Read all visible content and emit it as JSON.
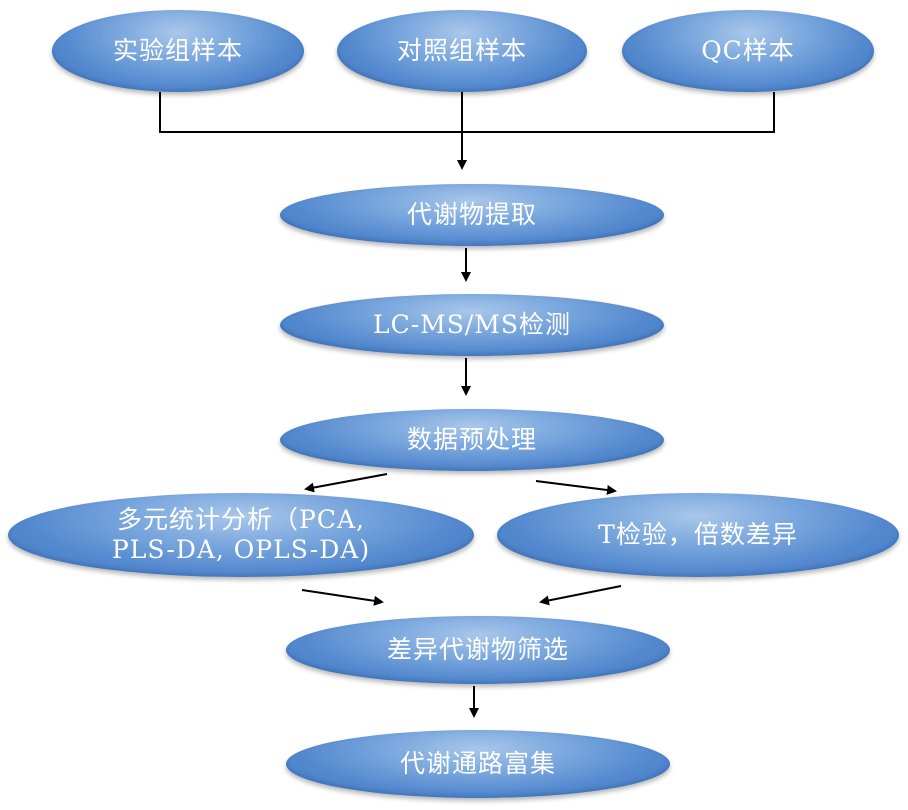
{
  "nodes": {
    "experimental": "实验组样本",
    "control": "对照组样本",
    "qc": "QC样本",
    "extraction": "代谢物提取",
    "lcms": "LC-MS/MS检测",
    "preprocess": "数据预处理",
    "multivariate": "多元统计分析（PCA,\nPLS-DA, OPLS-DA)",
    "ttest": "T检验，倍数差异",
    "screening": "差异代谢物筛选",
    "pathway": "代谢通路富集"
  },
  "colors": {
    "node_fill": "#5489cf",
    "node_text": "#ffffff",
    "connector": "#000000"
  }
}
